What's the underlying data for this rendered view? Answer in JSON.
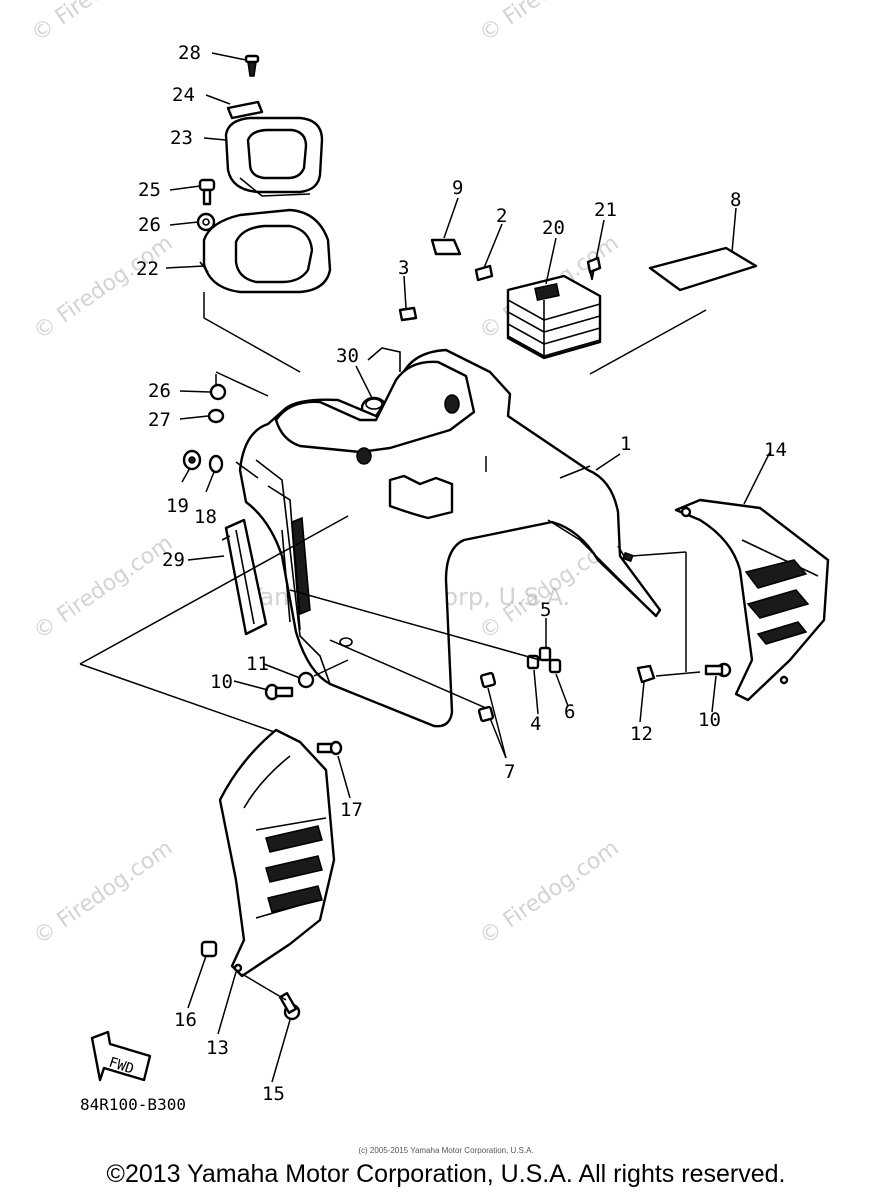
{
  "diagram": {
    "callouts": [
      {
        "id": "c1",
        "text": "1"
      },
      {
        "id": "c2",
        "text": "2"
      },
      {
        "id": "c3",
        "text": "3"
      },
      {
        "id": "c4",
        "text": "4"
      },
      {
        "id": "c5",
        "text": "5"
      },
      {
        "id": "c6",
        "text": "6"
      },
      {
        "id": "c7",
        "text": "7"
      },
      {
        "id": "c8",
        "text": "8"
      },
      {
        "id": "c9",
        "text": "9"
      },
      {
        "id": "c10a",
        "text": "10"
      },
      {
        "id": "c10b",
        "text": "10"
      },
      {
        "id": "c11",
        "text": "11"
      },
      {
        "id": "c12",
        "text": "12"
      },
      {
        "id": "c13",
        "text": "13"
      },
      {
        "id": "c14",
        "text": "14"
      },
      {
        "id": "c15",
        "text": "15"
      },
      {
        "id": "c16",
        "text": "16"
      },
      {
        "id": "c17",
        "text": "17"
      },
      {
        "id": "c18",
        "text": "18"
      },
      {
        "id": "c19",
        "text": "19"
      },
      {
        "id": "c20",
        "text": "20"
      },
      {
        "id": "c21",
        "text": "21"
      },
      {
        "id": "c22",
        "text": "22"
      },
      {
        "id": "c23",
        "text": "23"
      },
      {
        "id": "c24",
        "text": "24"
      },
      {
        "id": "c25",
        "text": "25"
      },
      {
        "id": "c26a",
        "text": "26"
      },
      {
        "id": "c26b",
        "text": "26"
      },
      {
        "id": "c27",
        "text": "27"
      },
      {
        "id": "c28",
        "text": "28"
      },
      {
        "id": "c29",
        "text": "29"
      },
      {
        "id": "c30",
        "text": "30"
      }
    ],
    "fwd_label": "FWD",
    "diagram_code": "84R100-B300",
    "center_watermark": "Yamaha Motor Corp, U.S.A.",
    "watermark_text": "© Firedog.com"
  },
  "footer": {
    "fine_print": "(c) 2005-2015 Yamaha Motor Corporation, U.S.A.",
    "copyright": "©2013 Yamaha Motor Corporation, U.S.A. All rights reserved."
  }
}
